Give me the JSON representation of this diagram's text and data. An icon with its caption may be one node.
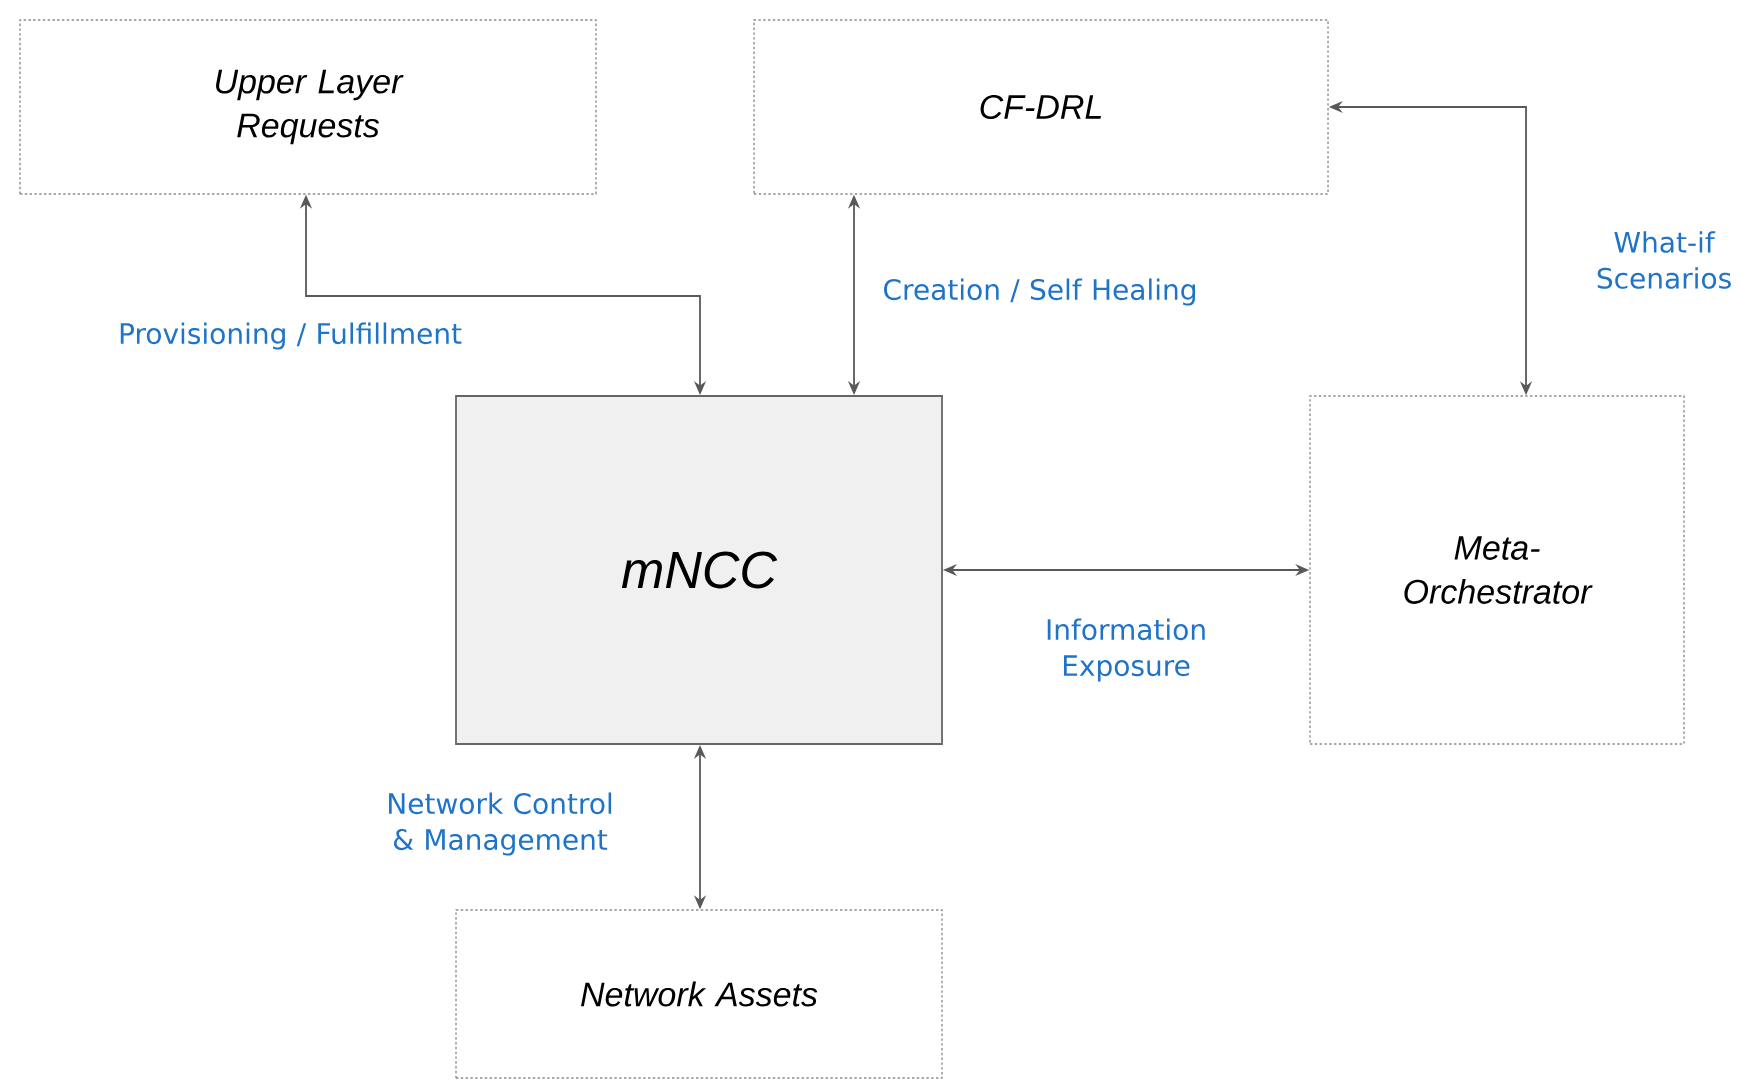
{
  "diagram": {
    "nodes": [
      {
        "text": [
          "Upper Layer Requests"
        ]
      },
      {
        "text": [
          "CF-DRL"
        ]
      },
      {
        "text": [
          "mNCC"
        ]
      },
      {
        "text": [
          "Meta-Orchestrator"
        ]
      },
      {
        "text": [
          "Network Assets"
        ]
      }
    ],
    "edges": [
      {
        "from": 2,
        "to": 0,
        "arrow": "both",
        "label": "Provisioning / Fulfillment"
      },
      {
        "from": 2,
        "to": 1,
        "arrow": "both",
        "label": "Creation / Self Healing"
      },
      {
        "from": 1,
        "to": 3,
        "arrow": "both",
        "label": "What-if Scenarios"
      },
      {
        "from": 2,
        "to": 3,
        "arrow": "both",
        "label": "Information Exposure"
      },
      {
        "from": 2,
        "to": 4,
        "arrow": "both",
        "label": "Network Control & Management"
      }
    ]
  }
}
